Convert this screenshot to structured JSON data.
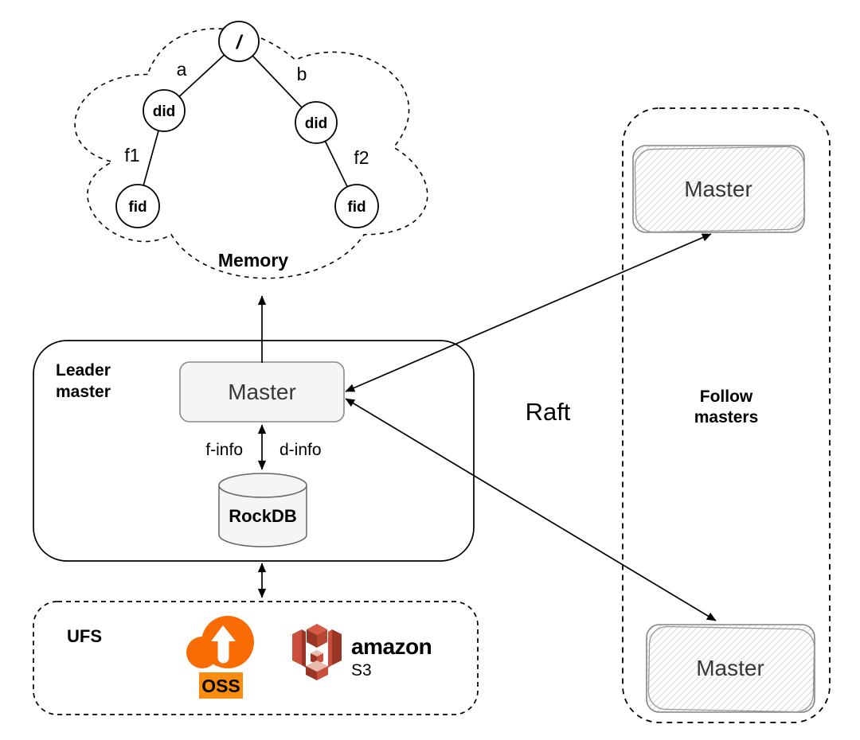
{
  "memory": {
    "label": "Memory",
    "root": "/",
    "dir_a": "did",
    "dir_b": "did",
    "file_1": "fid",
    "file_2": "fid",
    "edge_a": "a",
    "edge_b": "b",
    "edge_f1": "f1",
    "edge_f2": "f2"
  },
  "leader": {
    "label_line1": "Leader",
    "label_line2": "master",
    "master": "Master",
    "f_info": "f-info",
    "d_info": "d-info",
    "rockdb": "RockDB"
  },
  "raft": "Raft",
  "followers": {
    "label_line1": "Follow",
    "label_line2": "masters",
    "master_top": "Master",
    "master_bottom": "Master"
  },
  "ufs": {
    "label": "UFS",
    "oss": "OSS",
    "amazon": "amazon",
    "s3": "S3"
  },
  "colors": {
    "oss_cloud": "#F96C04",
    "oss_badge": "#FA8D10",
    "s3_red": "#C94F3C",
    "s3_dark": "#993524",
    "s3_mid": "#B8452F",
    "s3_light": "#E8BCAC",
    "box_fill": "#F5F5F5",
    "box_border": "#8A8A8A",
    "sketch_border": "#848484"
  }
}
